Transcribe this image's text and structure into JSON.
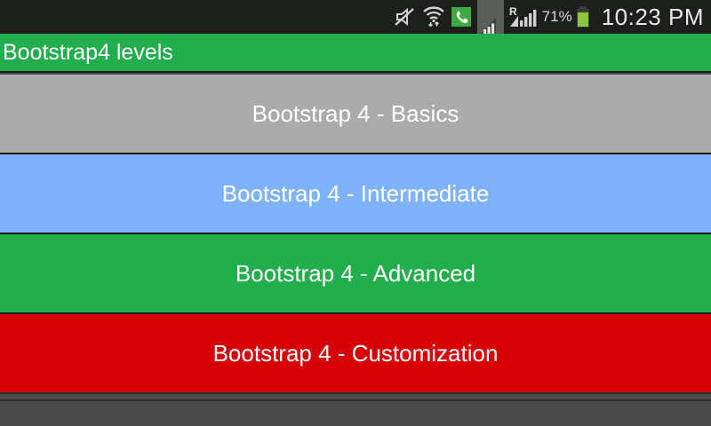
{
  "status_bar": {
    "icons": [
      {
        "name": "sound-muted-icon",
        "label": "sound muted"
      },
      {
        "name": "wifi-icon",
        "label": "wifi connected"
      },
      {
        "name": "phone-call-icon",
        "label": "call active"
      },
      {
        "name": "signal-bars-sim1-icon",
        "label": "sim 1 signal"
      },
      {
        "name": "roaming-signal-sim2-icon",
        "label": "roaming sim 2 signal"
      }
    ],
    "roaming_label": "R",
    "battery_percent": "71%",
    "clock": "10:23 PM",
    "colors": {
      "background": "#1c1f1c",
      "text": "#e8e8e8",
      "battery_green": "#8cc63e",
      "phone_green": "#3faa41"
    }
  },
  "action_bar": {
    "title": "Bootstrap4 levels",
    "background": "#22ae4d",
    "text_color": "#ffffff"
  },
  "list": {
    "items": [
      {
        "label": "Bootstrap 4 - Basics",
        "background": "#ababab",
        "text_color": "#ffffff"
      },
      {
        "label": "Bootstrap 4 - Intermediate",
        "background": "#7eb3fb",
        "text_color": "#ffffff"
      },
      {
        "label": "Bootstrap 4 - Advanced",
        "background": "#22ae4d",
        "text_color": "#ffffff"
      },
      {
        "label": "Bootstrap 4 - Customization",
        "background": "#d60006",
        "text_color": "#ffffff"
      }
    ],
    "divider_color": "#0d1f12"
  },
  "bottom_bar": {
    "background": "#4a4a4a"
  }
}
